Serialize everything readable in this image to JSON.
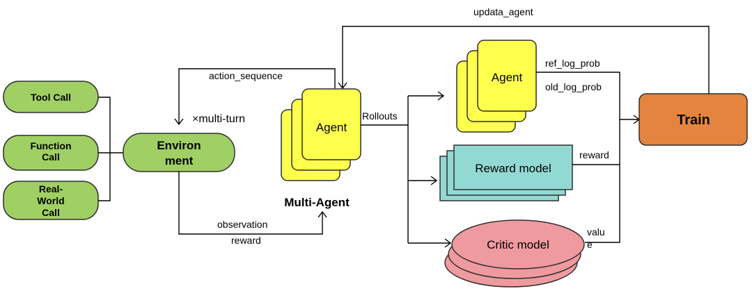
{
  "inputs": {
    "tool_call": "Tool Call",
    "function_call": [
      "Function",
      "Call"
    ],
    "real_world_call": [
      "Real-",
      "World",
      "Call"
    ]
  },
  "environment": {
    "label": [
      "Environ",
      "ment"
    ],
    "multi_turn": "×multi-turn"
  },
  "multi_agent": {
    "agent_label": "Agent",
    "caption": "Multi-Agent"
  },
  "edges": {
    "action_sequence": "action_sequence",
    "observation": "observation",
    "reward": "reward",
    "rollouts": "Rollouts",
    "updata_agent": "updata_agent",
    "ref_log_prob": "ref_log_prob",
    "old_log_prob": "old_log_prob",
    "reward_out": "reward",
    "value": [
      "valu",
      "e"
    ]
  },
  "training": {
    "agent_label": "Agent",
    "reward_model": "Reward model",
    "critic_model": "Critic model",
    "train": "Train"
  },
  "colors": {
    "green_fill": "#a0cf63",
    "green_stroke": "#2f2f2f",
    "yellow_fill": "#ffff4d",
    "teal_fill": "#93d9d3",
    "pink_fill": "#ef9a9f",
    "orange_fill": "#e4853f"
  }
}
